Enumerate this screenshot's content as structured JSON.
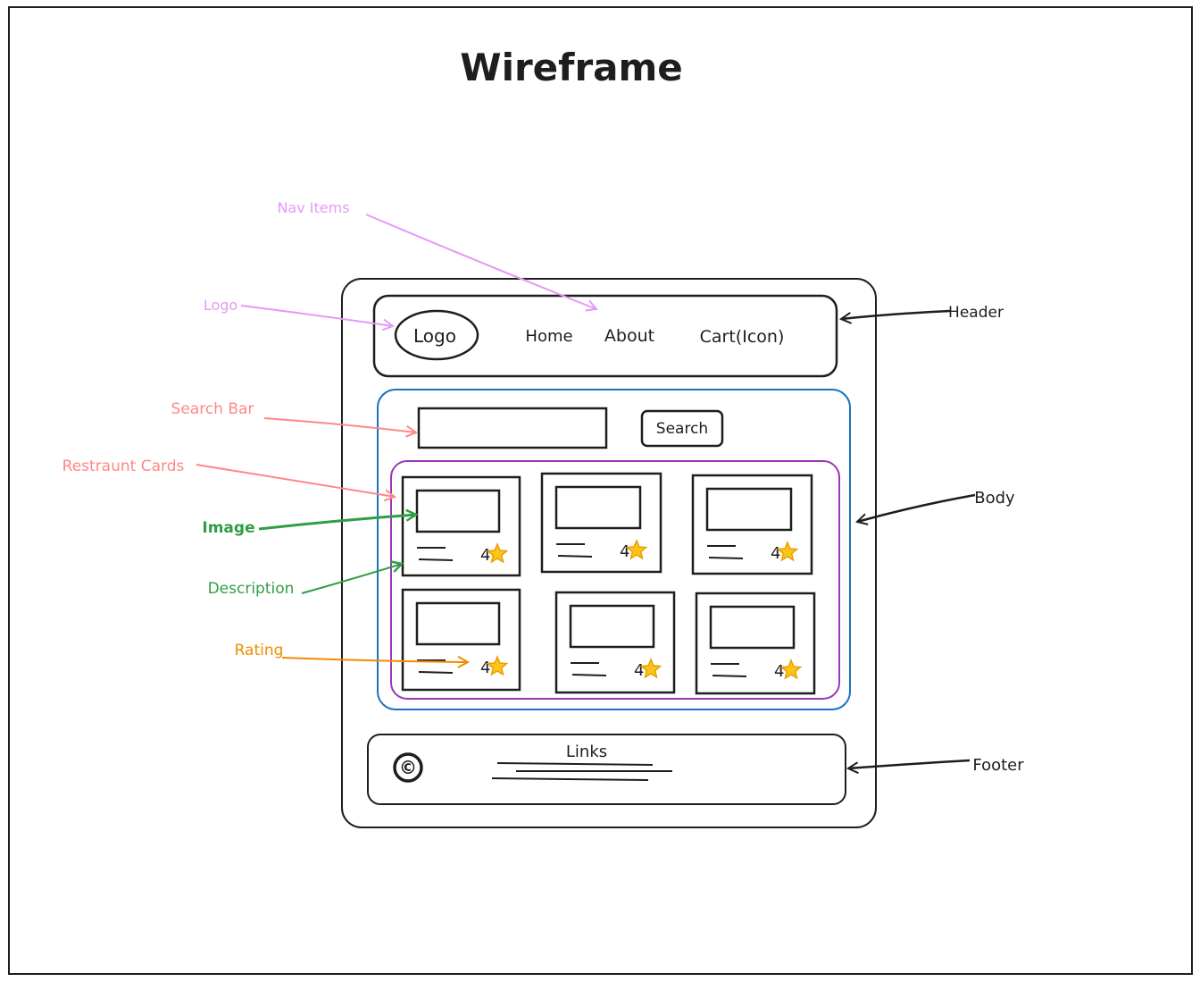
{
  "title": "Wireframe",
  "colors": {
    "ink": "#1e1e1e",
    "nav_label": "#e599f7",
    "search_label": "#ff8787",
    "green_label": "#2f9e44",
    "rating_label": "#f08c00",
    "body_border": "#1971c2",
    "cards_border": "#9c36b5"
  },
  "labels": {
    "nav_items": "Nav Items",
    "logo": "Logo",
    "search_bar": "Search Bar",
    "restaurant_cards": "Restraunt Cards",
    "image": "Image",
    "description": "Description",
    "rating": "Rating",
    "header": "Header",
    "body": "Body",
    "footer": "Footer"
  },
  "header": {
    "logo_text": "Logo",
    "nav": [
      "Home",
      "About",
      "Cart(Icon)"
    ]
  },
  "search": {
    "button_label": "Search"
  },
  "cards": [
    {
      "rating": "4",
      "star_icon": "star-icon"
    },
    {
      "rating": "4",
      "star_icon": "star-icon"
    },
    {
      "rating": "4",
      "star_icon": "star-icon"
    },
    {
      "rating": "4",
      "star_icon": "star-icon"
    },
    {
      "rating": "4",
      "star_icon": "star-icon"
    },
    {
      "rating": "4",
      "star_icon": "star-icon"
    }
  ],
  "footer": {
    "copyright_symbol": "©",
    "links_label": "Links"
  }
}
